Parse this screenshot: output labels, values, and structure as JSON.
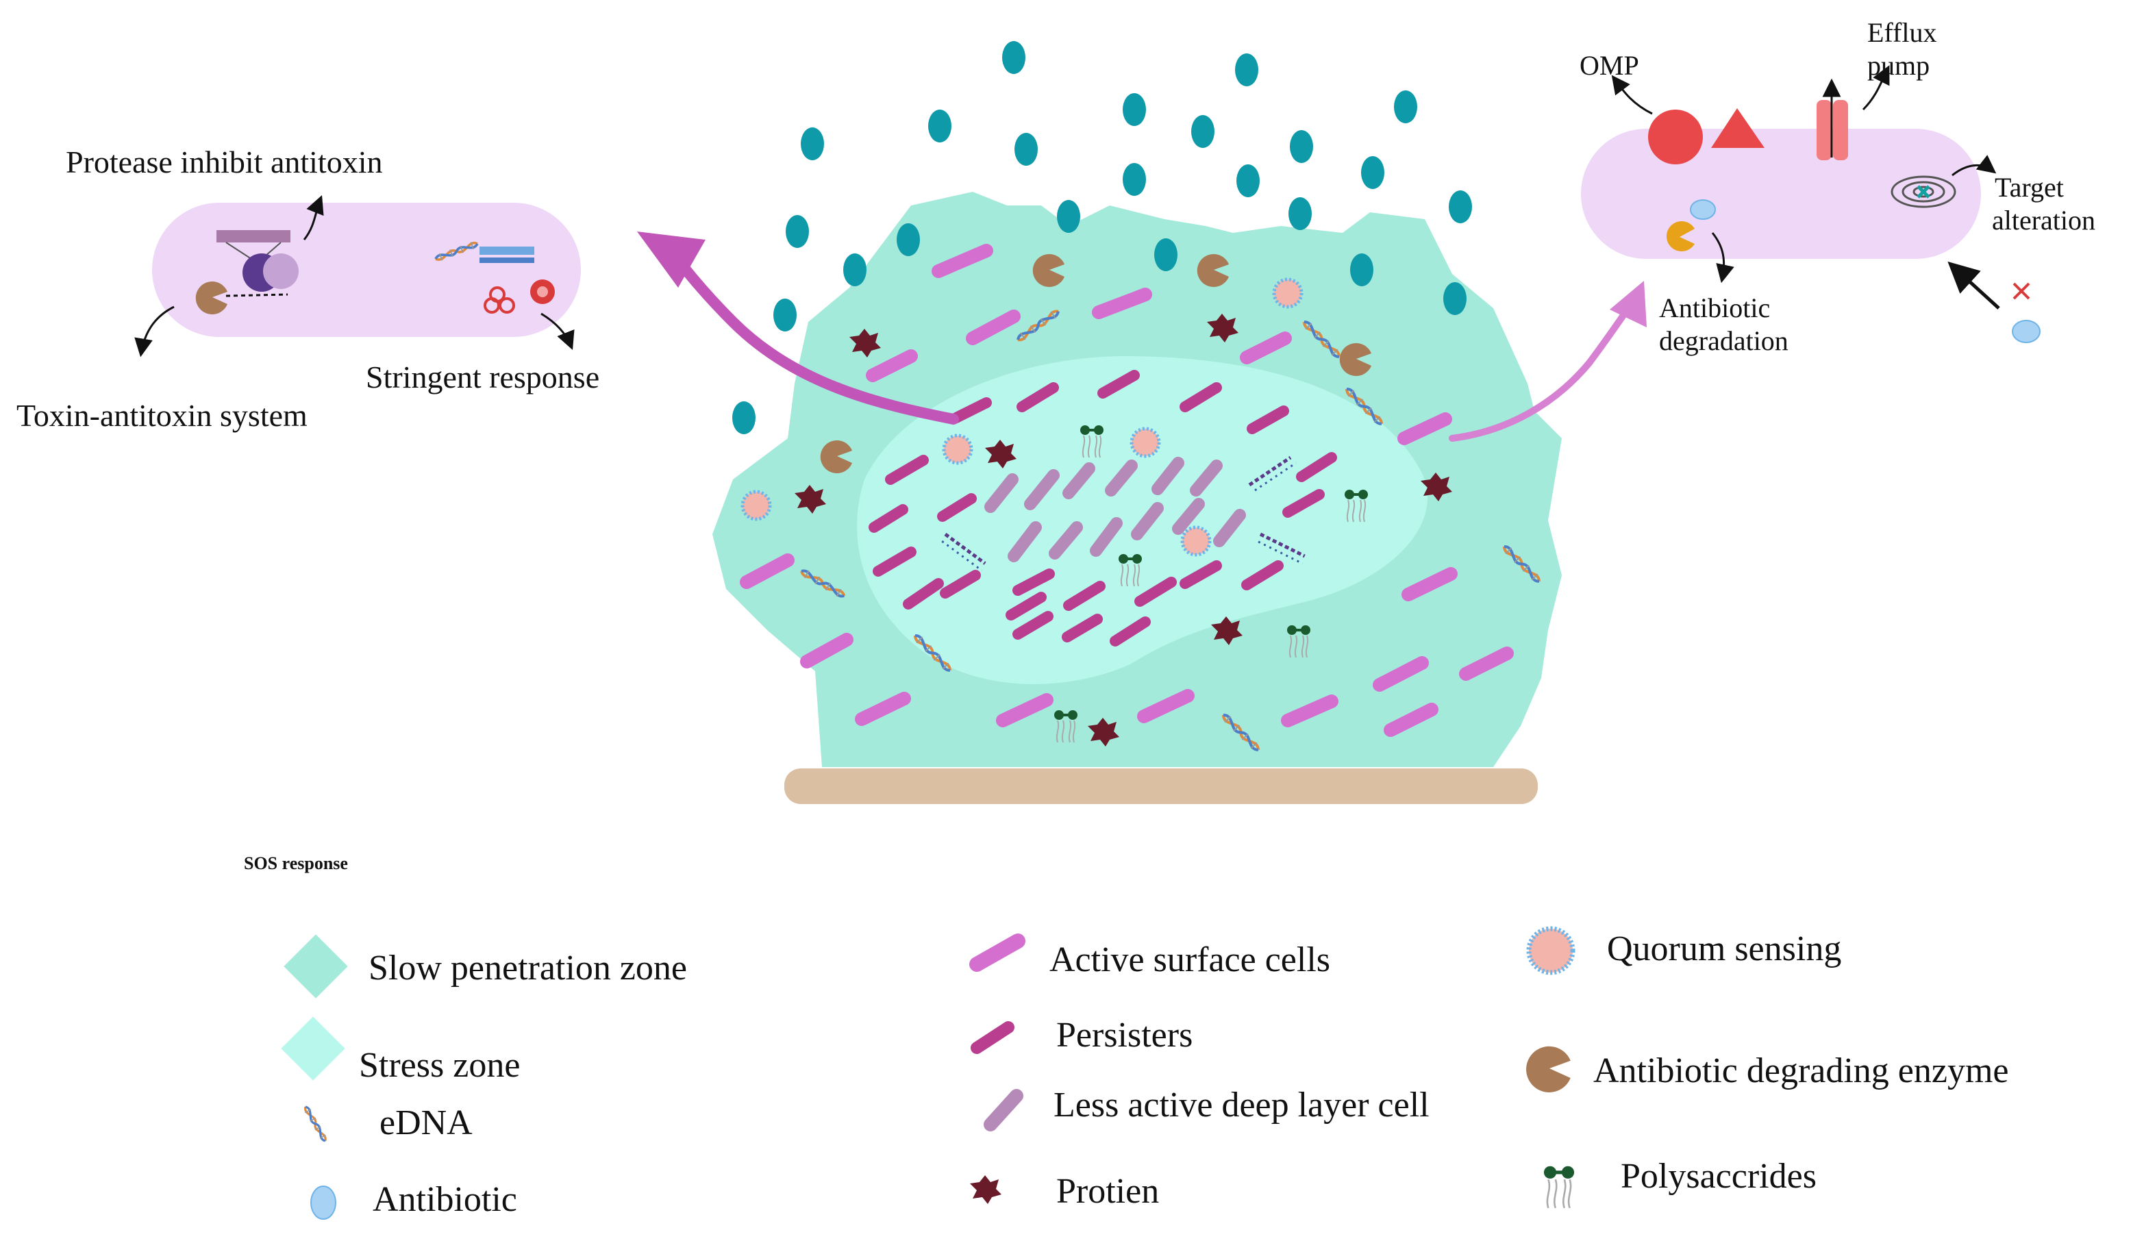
{
  "labels": {
    "protease": "Protease inhibit antitoxin",
    "stringent": "Stringent response",
    "toxin_antitoxin": "Toxin-antitoxin system",
    "omp": "OMP",
    "efflux_line1": "Efflux",
    "efflux_line2": "pump",
    "target_line1": "Target",
    "target_line2": "alteration",
    "degradation_line1": "Antibiotic",
    "degradation_line2": "degradation",
    "sos": "SOS response"
  },
  "legend": [
    {
      "key": "slow",
      "label": "Slow penetration zone",
      "icon": "slow-penetration-zone-icon"
    },
    {
      "key": "stress",
      "label": "Stress zone",
      "icon": "stress-zone-icon"
    },
    {
      "key": "edna",
      "label": "eDNA",
      "icon": "edna-icon"
    },
    {
      "key": "antibiotic",
      "label": "Antibiotic",
      "icon": "antibiotic-icon"
    },
    {
      "key": "active",
      "label": "Active surface cells",
      "icon": "active-surface-cell-icon"
    },
    {
      "key": "persisters",
      "label": "Persisters",
      "icon": "persister-icon"
    },
    {
      "key": "lessactive",
      "label": "Less active deep layer cell",
      "icon": "less-active-cell-icon"
    },
    {
      "key": "protein",
      "label": "Protien",
      "icon": "protein-icon"
    },
    {
      "key": "quorum",
      "label": "Quorum sensing",
      "icon": "quorum-sensing-icon"
    },
    {
      "key": "enzyme",
      "label": "Antibiotic degrading enzyme",
      "icon": "degrading-enzyme-icon"
    },
    {
      "key": "polysaccharides",
      "label": "Polysaccrides",
      "icon": "polysaccharide-icon"
    }
  ],
  "colors": {
    "slow_zone": "#a3eadb",
    "stress_zone": "#b7f7ec",
    "antibiotic": "#0e9aa8",
    "active_cell": "#d46fd0",
    "persister": "#b93e8f",
    "less_active": "#b58ab9",
    "protein": "#6a1b2a",
    "enzyme": "#a87a55",
    "polysaccharide": "#1a5a2e",
    "substrate": "#dbbfa2",
    "cell_body": "#efd7f7",
    "arrow": "#c256b8"
  }
}
